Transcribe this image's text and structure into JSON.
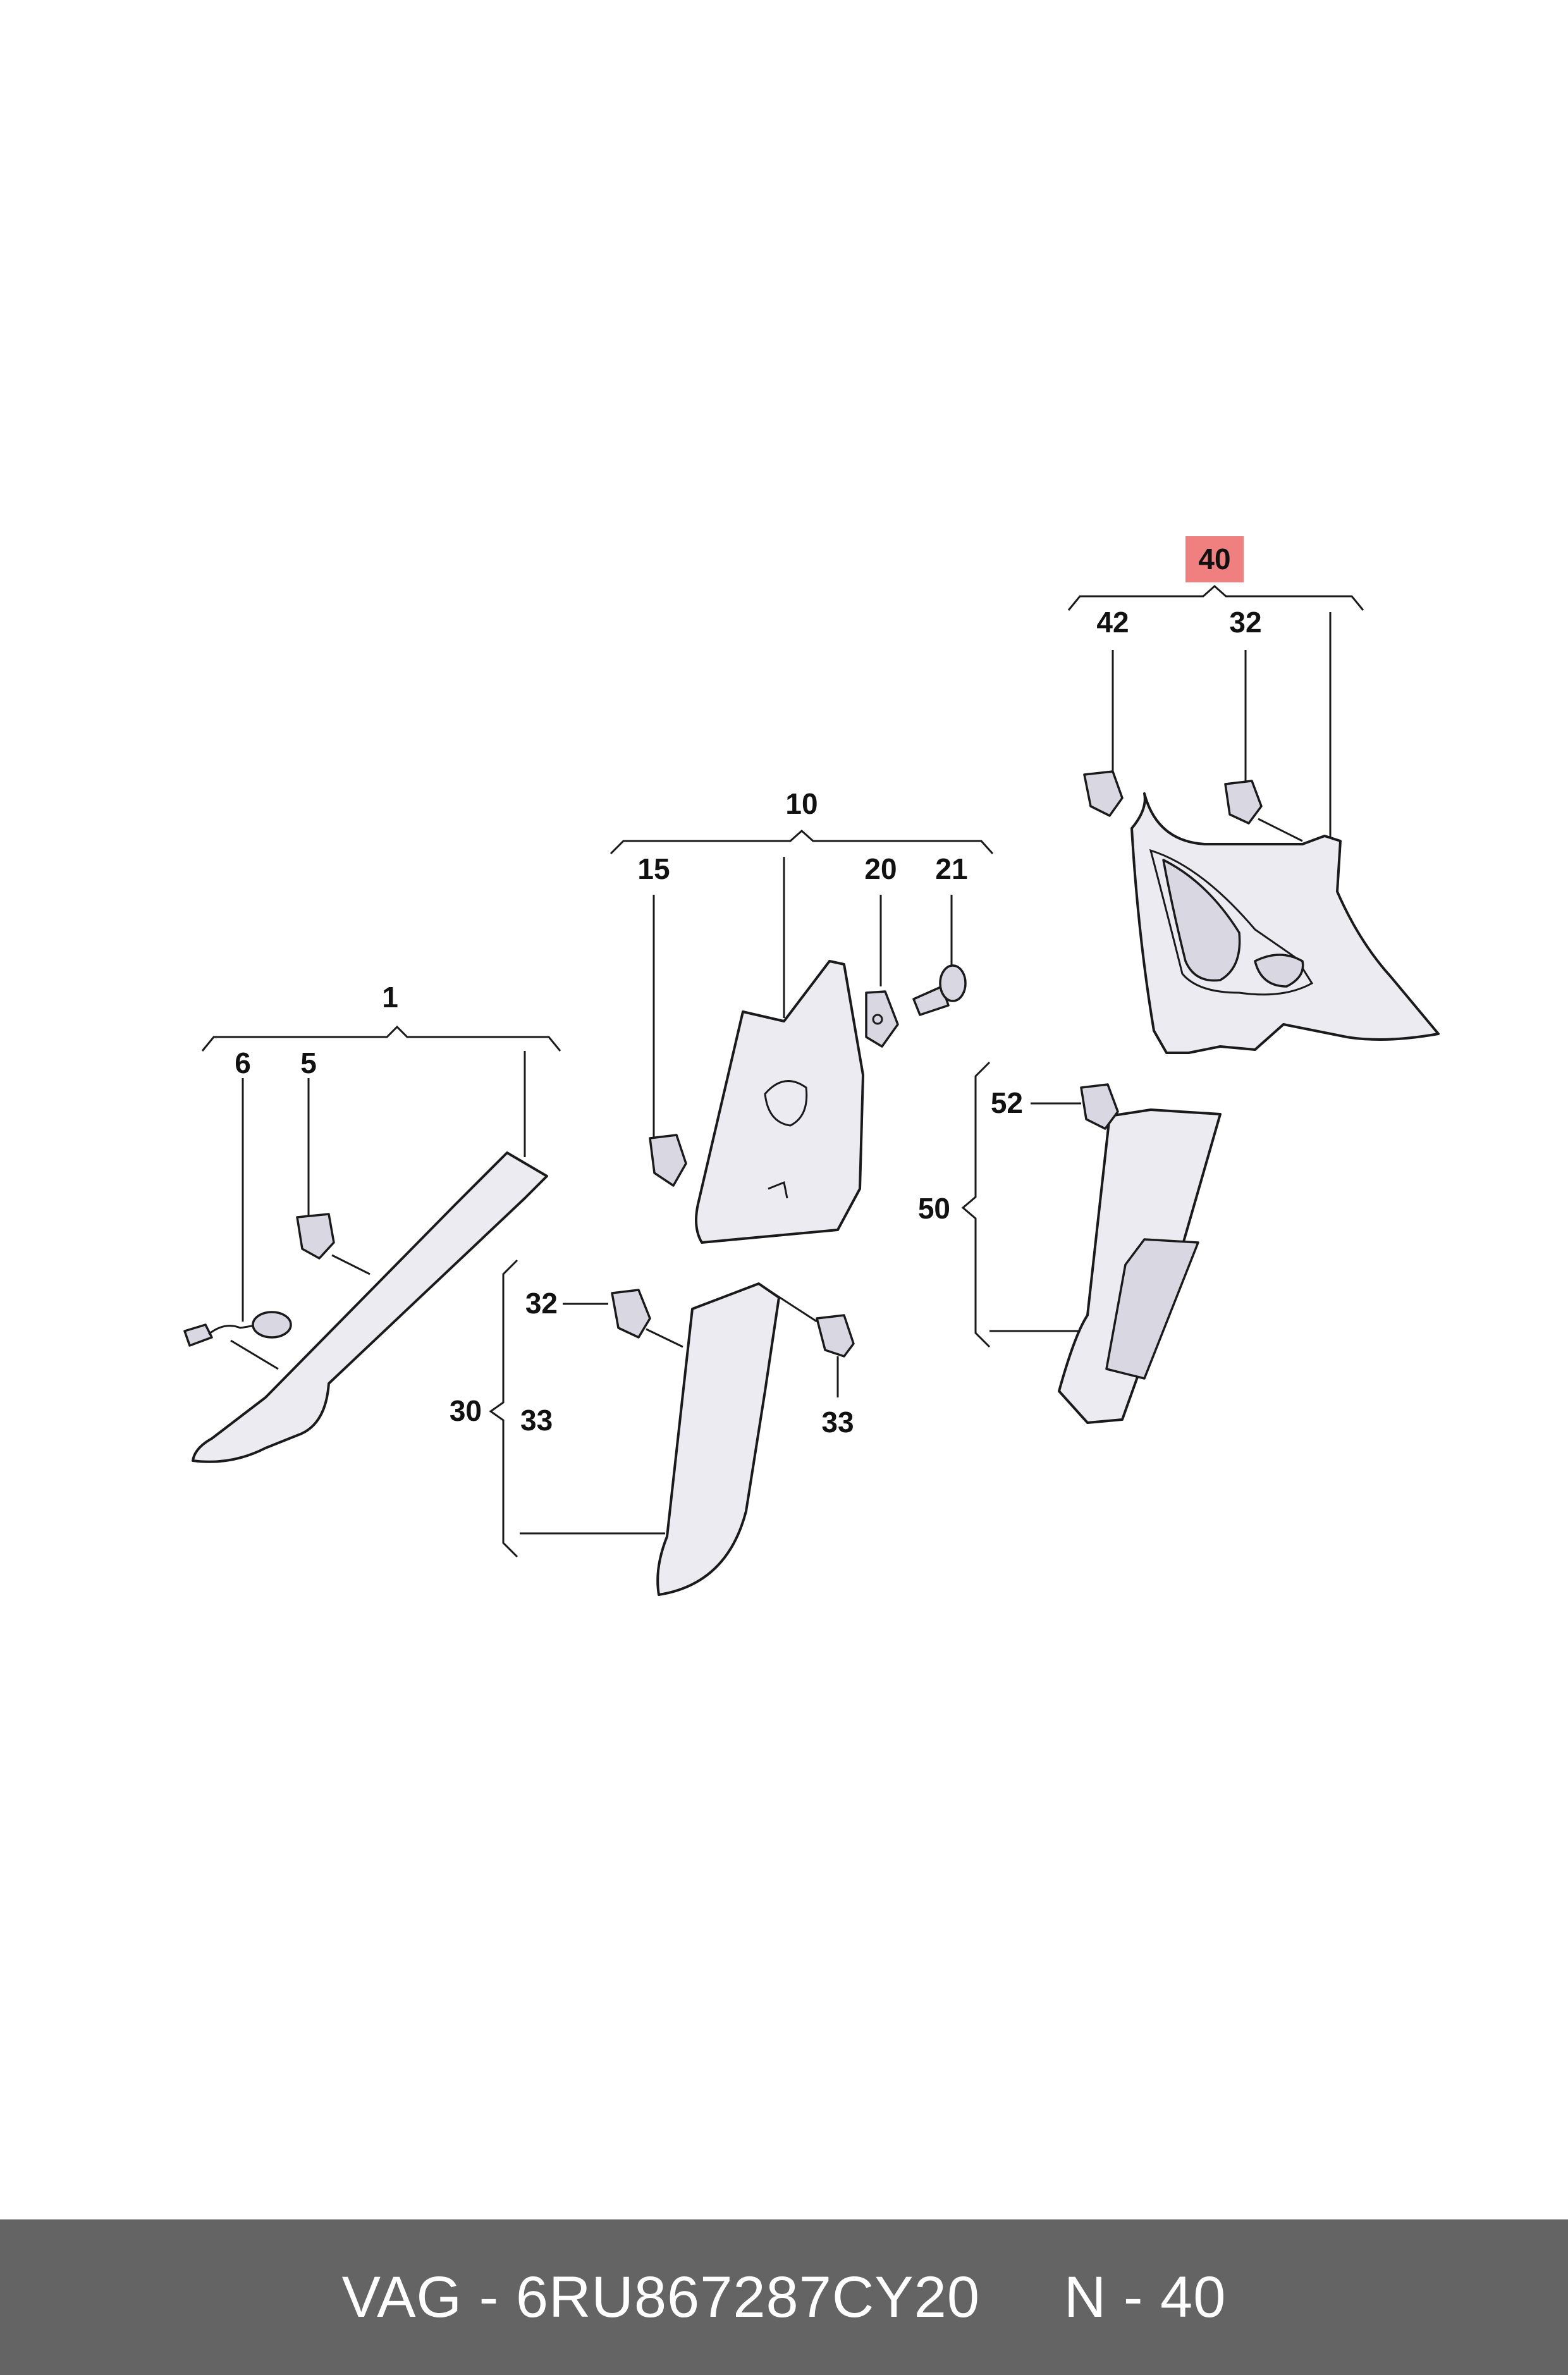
{
  "diagram": {
    "labels": {
      "l1": "1",
      "l5": "5",
      "l6": "6",
      "l10": "10",
      "l15": "15",
      "l20": "20",
      "l21": "21",
      "l30": "30",
      "l32a": "32",
      "l33a": "33",
      "l33b": "33",
      "l40": "40",
      "l42": "42",
      "l32b": "32",
      "l50": "50",
      "l52": "52"
    },
    "highlight_color": "#f08080"
  },
  "footer": {
    "brand": "VAG",
    "separator": "-",
    "part_number": "6RU867287CY20",
    "position_prefix": "N",
    "position_value": "40"
  }
}
